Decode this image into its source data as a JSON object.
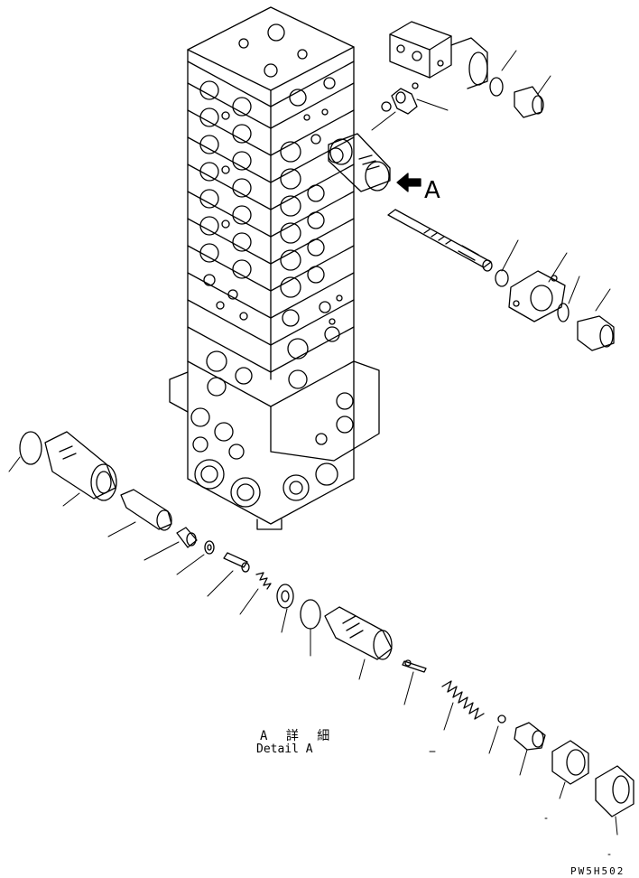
{
  "view_arrow": {
    "label": "A"
  },
  "detail": {
    "title_jp": "A 詳 細",
    "title_en": "Detail A"
  },
  "footer": {
    "drawing_code": "PW5H502"
  },
  "colors": {
    "line": "#000000",
    "background": "#ffffff",
    "arrow_fill": "#000000"
  }
}
